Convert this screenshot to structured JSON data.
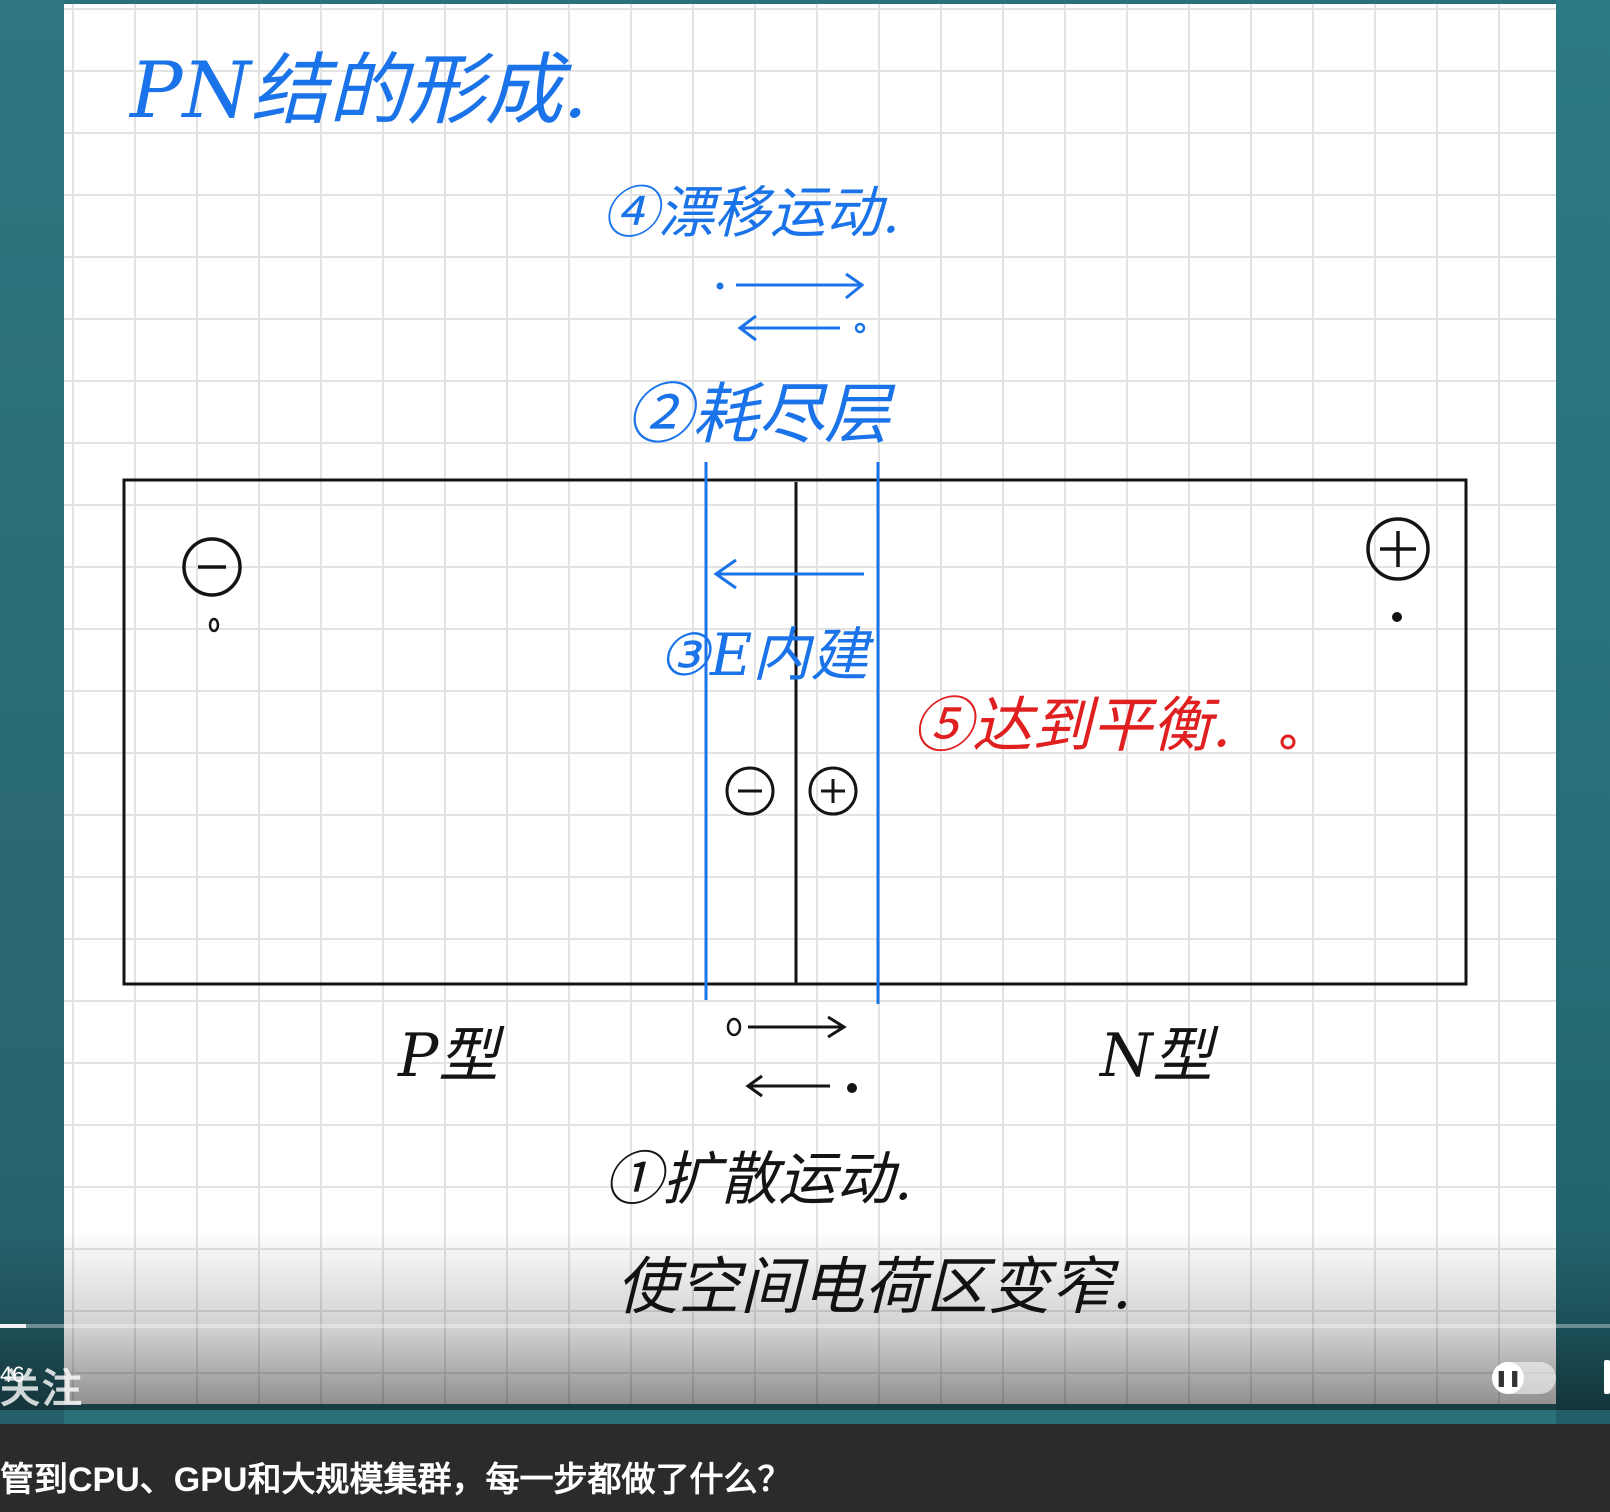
{
  "colors": {
    "ink_blue": "#1a73e8",
    "ink_red": "#e02020",
    "ink_black": "#141414",
    "background_teal": "#2b6f79",
    "title_bar": "#2b2b2b"
  },
  "whiteboard": {
    "title": "PN结的形成.",
    "step_drift": "④漂移运动.",
    "step_depletion": "②耗尽层",
    "step_field": "③E内建",
    "step_balance": "⑤达到平衡.",
    "label_p": "P型",
    "label_n": "N型",
    "step_diffusion": "①扩散运动.",
    "note_narrow": "使空间电荷区变窄.",
    "symbols": {
      "minus": "−",
      "plus": "+"
    }
  },
  "player": {
    "time_current": "46",
    "follow_text": "关注",
    "progress_fraction": 0.016,
    "pause_icon": "pause-icon"
  },
  "video": {
    "title": "管到CPU、GPU和大规模集群，每一步都做了什么？"
  }
}
